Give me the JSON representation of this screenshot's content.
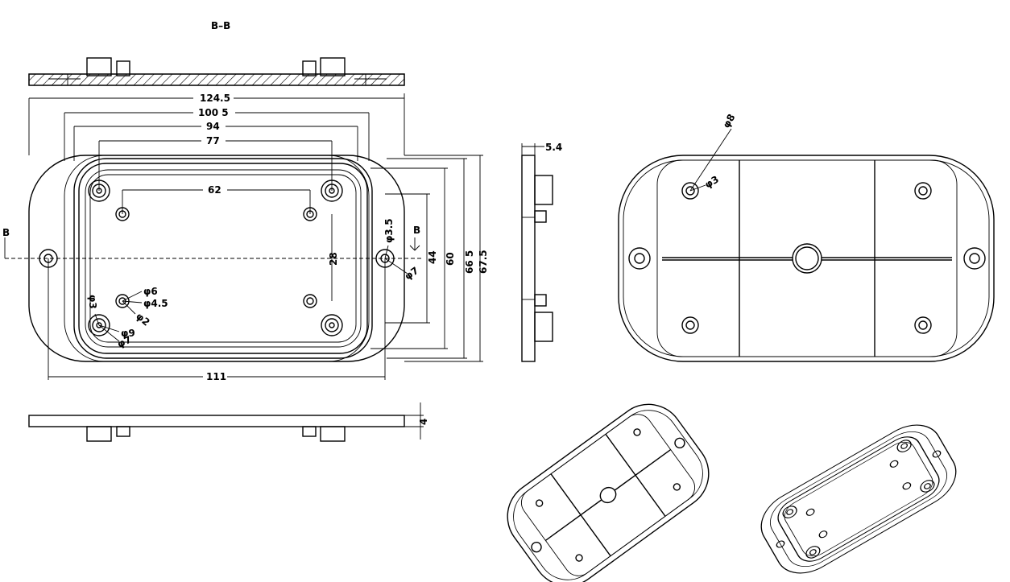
{
  "section": {
    "label": "B–B",
    "cut_left": "B",
    "cut_right": "B"
  },
  "dimensions": {
    "overall_width": "124.5",
    "inner_width": "100 5",
    "width_94": "94",
    "hole_span_77": "77",
    "hole_span_62": "62",
    "hole_span_111": "111",
    "height_28": "28",
    "height_44": "44",
    "height_60": "60",
    "height_66_5": "66 5",
    "height_67_5": "67.5",
    "side_thickness": "5.4",
    "bottom_thickness": "4"
  },
  "callouts": {
    "phi3_5": "φ3.5",
    "phi7_right": "φ7",
    "phi6": "φ6",
    "phi4_5": "φ4.5",
    "phi2": "φ2",
    "phi3_left": "φ3",
    "phi9": "φ9",
    "phi7_left": "φ7",
    "back_phi8": "φ8",
    "back_phi3": "φ3"
  }
}
